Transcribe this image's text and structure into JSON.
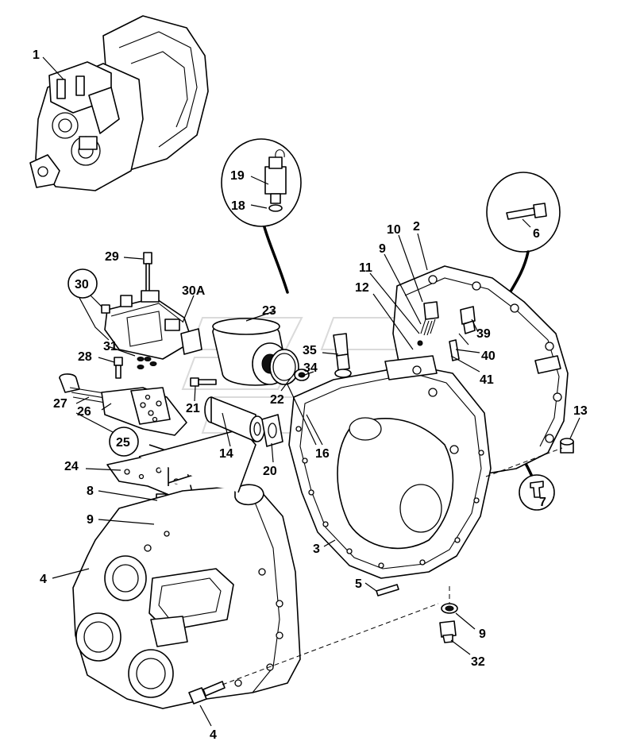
{
  "labels": {
    "l1": "1",
    "l2": "2",
    "l3": "3",
    "l4a": "4",
    "l4b": "4",
    "l5": "5",
    "l6": "6",
    "l7": "7",
    "l8": "8",
    "l9a": "9",
    "l9b": "9",
    "l9c": "9",
    "l10": "10",
    "l11": "11",
    "l12": "12",
    "l13": "13",
    "l14": "14",
    "l16": "16",
    "l18": "18",
    "l19": "19",
    "l20": "20",
    "l21": "21",
    "l22": "22",
    "l23": "23",
    "l24": "24",
    "l25": "25",
    "l26": "26",
    "l27": "27",
    "l28": "28",
    "l29": "29",
    "l30": "30",
    "l30a": "30A",
    "l31": "31",
    "l32": "32",
    "l34": "34",
    "l35": "35",
    "l39": "39",
    "l40": "40",
    "l41": "41"
  }
}
